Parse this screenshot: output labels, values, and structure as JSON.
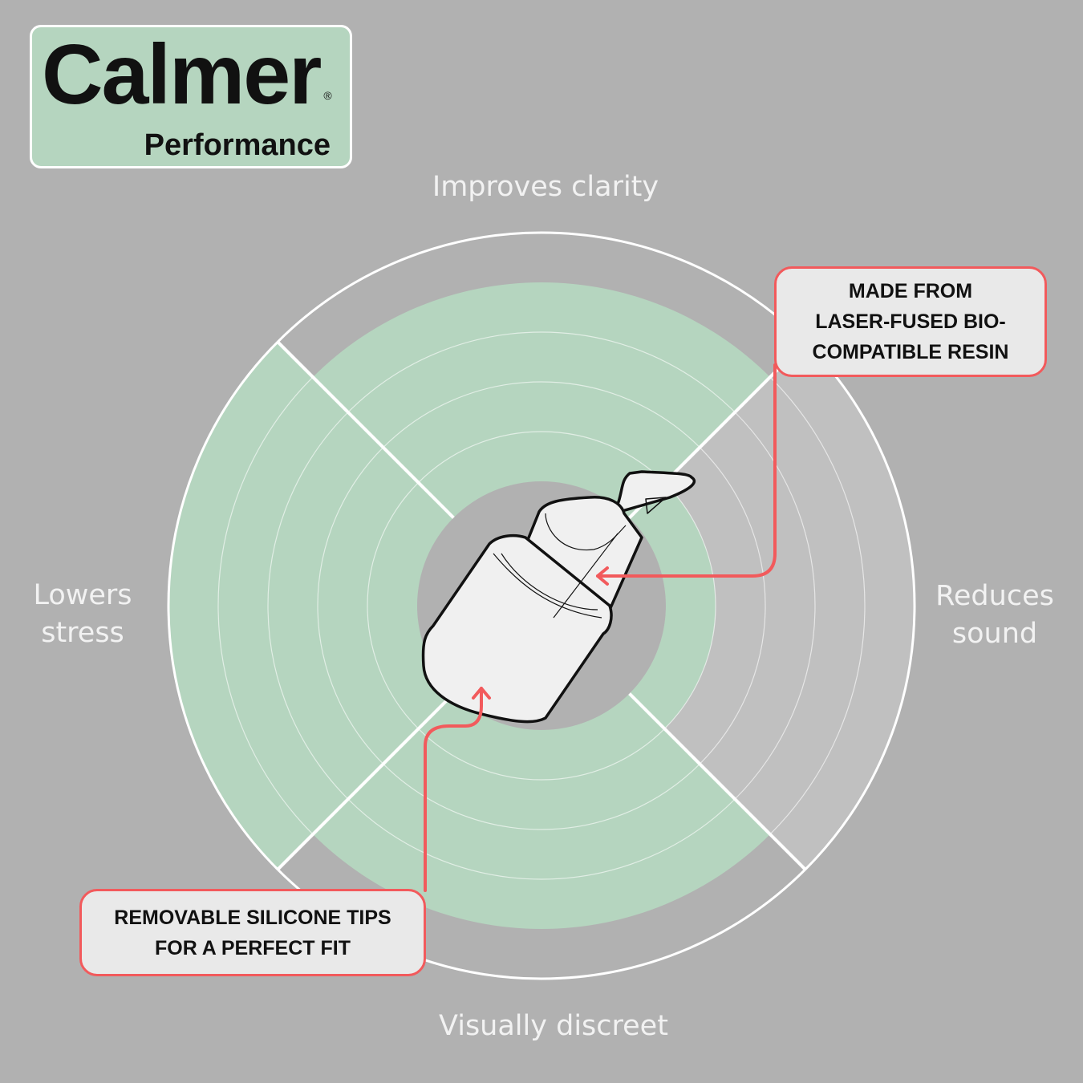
{
  "brand": {
    "name": "Calmer",
    "registered": "®",
    "product": "Performance"
  },
  "chart_data": {
    "type": "polar-bar",
    "title": "",
    "scale_max": 5,
    "categories": [
      "Improves clarity",
      "Reduces sound",
      "Visually discreet",
      "Lowers stress"
    ],
    "label_lines": [
      [
        "Improves clarity"
      ],
      [
        "Reduces",
        "sound"
      ],
      [
        "Visually discreet"
      ],
      [
        "Lowers",
        "stress"
      ]
    ],
    "values": [
      4,
      1,
      4,
      5
    ],
    "background_values": [
      0,
      5,
      0,
      0
    ],
    "colors": {
      "fill": "#b5d5bf",
      "background_fill": "#c0c0c0",
      "grid": "#ffffff"
    }
  },
  "callouts": [
    {
      "lines": [
        "MADE FROM",
        "LASER-FUSED BIO-",
        "COMPATIBLE RESIN"
      ]
    },
    {
      "lines": [
        "REMOVABLE SILICONE TIPS",
        "FOR A PERFECT FIT"
      ]
    }
  ],
  "colors": {
    "accent": "#f25a5c",
    "page": "#b1b1b1"
  }
}
